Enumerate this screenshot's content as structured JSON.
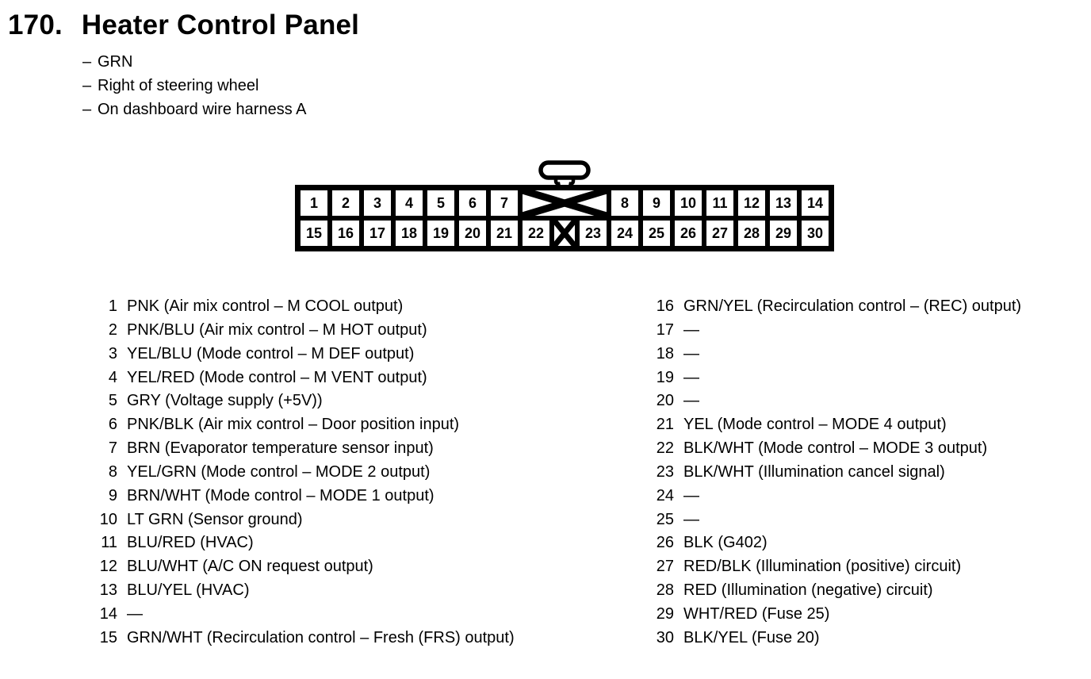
{
  "title": {
    "number": "170.",
    "text": "Heater Control Panel"
  },
  "bullet_dash": "–",
  "bullets": [
    "GRN",
    "Right of steering wheel",
    "On dashboard wire harness A"
  ],
  "colors": {
    "ink": "#000000",
    "paper": "#ffffff"
  },
  "connector": {
    "cells": [
      "1",
      "2",
      "3",
      "4",
      "5",
      "6",
      "7",
      "8",
      "9",
      "10",
      "11",
      "12",
      "13",
      "14",
      "15",
      "16",
      "17",
      "18",
      "19",
      "20",
      "21",
      "22",
      "23",
      "24",
      "25",
      "26",
      "27",
      "28",
      "29",
      "30"
    ],
    "icons": {
      "latch": "connector-latch",
      "blocked_slot": "x-mark"
    }
  },
  "pins_left": [
    {
      "num": "1",
      "desc": "PNK (Air mix control – M COOL output)"
    },
    {
      "num": "2",
      "desc": "PNK/BLU (Air mix control – M HOT output)"
    },
    {
      "num": "3",
      "desc": "YEL/BLU (Mode control – M DEF output)"
    },
    {
      "num": "4",
      "desc": "YEL/RED (Mode control – M VENT output)"
    },
    {
      "num": "5",
      "desc": "GRY (Voltage supply (+5V))"
    },
    {
      "num": "6",
      "desc": "PNK/BLK (Air mix control – Door position input)"
    },
    {
      "num": "7",
      "desc": "BRN (Evaporator temperature sensor input)"
    },
    {
      "num": "8",
      "desc": "YEL/GRN (Mode control – MODE 2 output)"
    },
    {
      "num": "9",
      "desc": "BRN/WHT (Mode control – MODE 1 output)"
    },
    {
      "num": "10",
      "desc": "LT GRN (Sensor ground)"
    },
    {
      "num": "11",
      "desc": "BLU/RED (HVAC)"
    },
    {
      "num": "12",
      "desc": "BLU/WHT (A/C ON request output)"
    },
    {
      "num": "13",
      "desc": "BLU/YEL (HVAC)"
    },
    {
      "num": "14",
      "desc": "—"
    },
    {
      "num": "15",
      "desc": "GRN/WHT (Recirculation control – Fresh (FRS) output)"
    }
  ],
  "pins_right": [
    {
      "num": "16",
      "desc": "GRN/YEL (Recirculation control – (REC) output)"
    },
    {
      "num": "17",
      "desc": "—"
    },
    {
      "num": "18",
      "desc": "—"
    },
    {
      "num": "19",
      "desc": "—"
    },
    {
      "num": "20",
      "desc": "—"
    },
    {
      "num": "21",
      "desc": "YEL (Mode control – MODE 4 output)"
    },
    {
      "num": "22",
      "desc": "BLK/WHT (Mode control – MODE 3 output)"
    },
    {
      "num": "23",
      "desc": "BLK/WHT (Illumination cancel signal)"
    },
    {
      "num": "24",
      "desc": "—"
    },
    {
      "num": "25",
      "desc": "—"
    },
    {
      "num": "26",
      "desc": "BLK (G402)"
    },
    {
      "num": "27",
      "desc": "RED/BLK (Illumination (positive) circuit)"
    },
    {
      "num": "28",
      "desc": "RED (Illumination (negative) circuit)"
    },
    {
      "num": "29",
      "desc": "WHT/RED (Fuse 25)"
    },
    {
      "num": "30",
      "desc": "BLK/YEL (Fuse 20)"
    }
  ]
}
